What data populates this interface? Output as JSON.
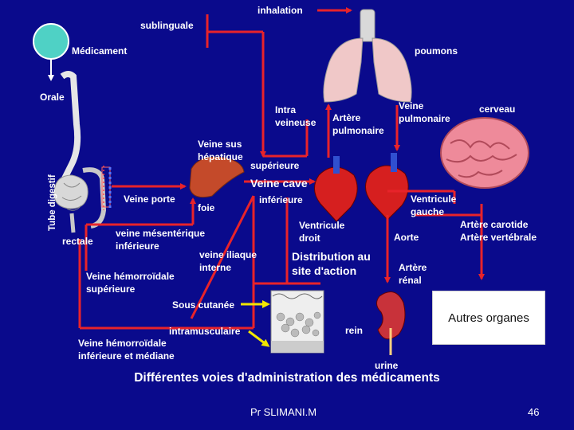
{
  "labels": {
    "inhalation": "inhalation",
    "sublinguale": "sublinguale",
    "medicament": "Médicament",
    "orale": "Orale",
    "tube_digestif": "Tube digestif",
    "poumons": "poumons",
    "intra_veineuse_1": "Intra",
    "intra_veineuse_2": "veineuse",
    "artere_pulmonaire_1": "Artère",
    "artere_pulmonaire_2": "pulmonaire",
    "veine_pulmonaire_1": "Veine",
    "veine_pulmonaire_2": "pulmonaire",
    "cerveau": "cerveau",
    "veine_sus_hepatique_1": "Veine sus",
    "veine_sus_hepatique_2": "hépatique",
    "superieure": "supérieure",
    "veine_cave": "Veine cave",
    "inferieure": "inférieure",
    "veine_porte": "Veine porte",
    "foie": "foie",
    "ventricule_gauche_1": "Ventricule",
    "ventricule_gauche_2": "gauche",
    "artere_carotide": "Artère carotide",
    "artere_vertebrale": "Artère vertébrale",
    "ventricule_droit_1": "Ventricule",
    "ventricule_droit_2": "droit",
    "aorte": "Aorte",
    "rectale": "rectale",
    "veine_mesenterique_1": "veine mésentérique",
    "veine_mesenterique_2": "inférieure",
    "veine_iliaque_1": "veine iliaque",
    "veine_iliaque_2": "interne",
    "distribution_1": "Distribution au",
    "distribution_2": "site d'action",
    "artere_renal_1": "Artère",
    "artere_renal_2": "rénal",
    "veine_hemorroidale_sup_1": "Veine hémorroïdale",
    "veine_hemorroidale_sup_2": "supérieure",
    "sous_cutanee": "Sous cutanée",
    "intramusculaire": "intramusculaire",
    "rein": "rein",
    "veine_hemorroidale_inf_1": "Veine hémorroïdale",
    "veine_hemorroidale_inf_2": "inférieure et médiane",
    "urine": "urine",
    "autres_organes": "Autres organes"
  },
  "title": "Différentes voies d'administration des médicaments",
  "footer": {
    "author": "Pr SLIMANI.M",
    "page": "46"
  },
  "colors": {
    "background": "#0a0a8c",
    "arrow": "#e8232a",
    "highlight_arrow": "#f2e600",
    "pill": "#4fd1c5"
  }
}
